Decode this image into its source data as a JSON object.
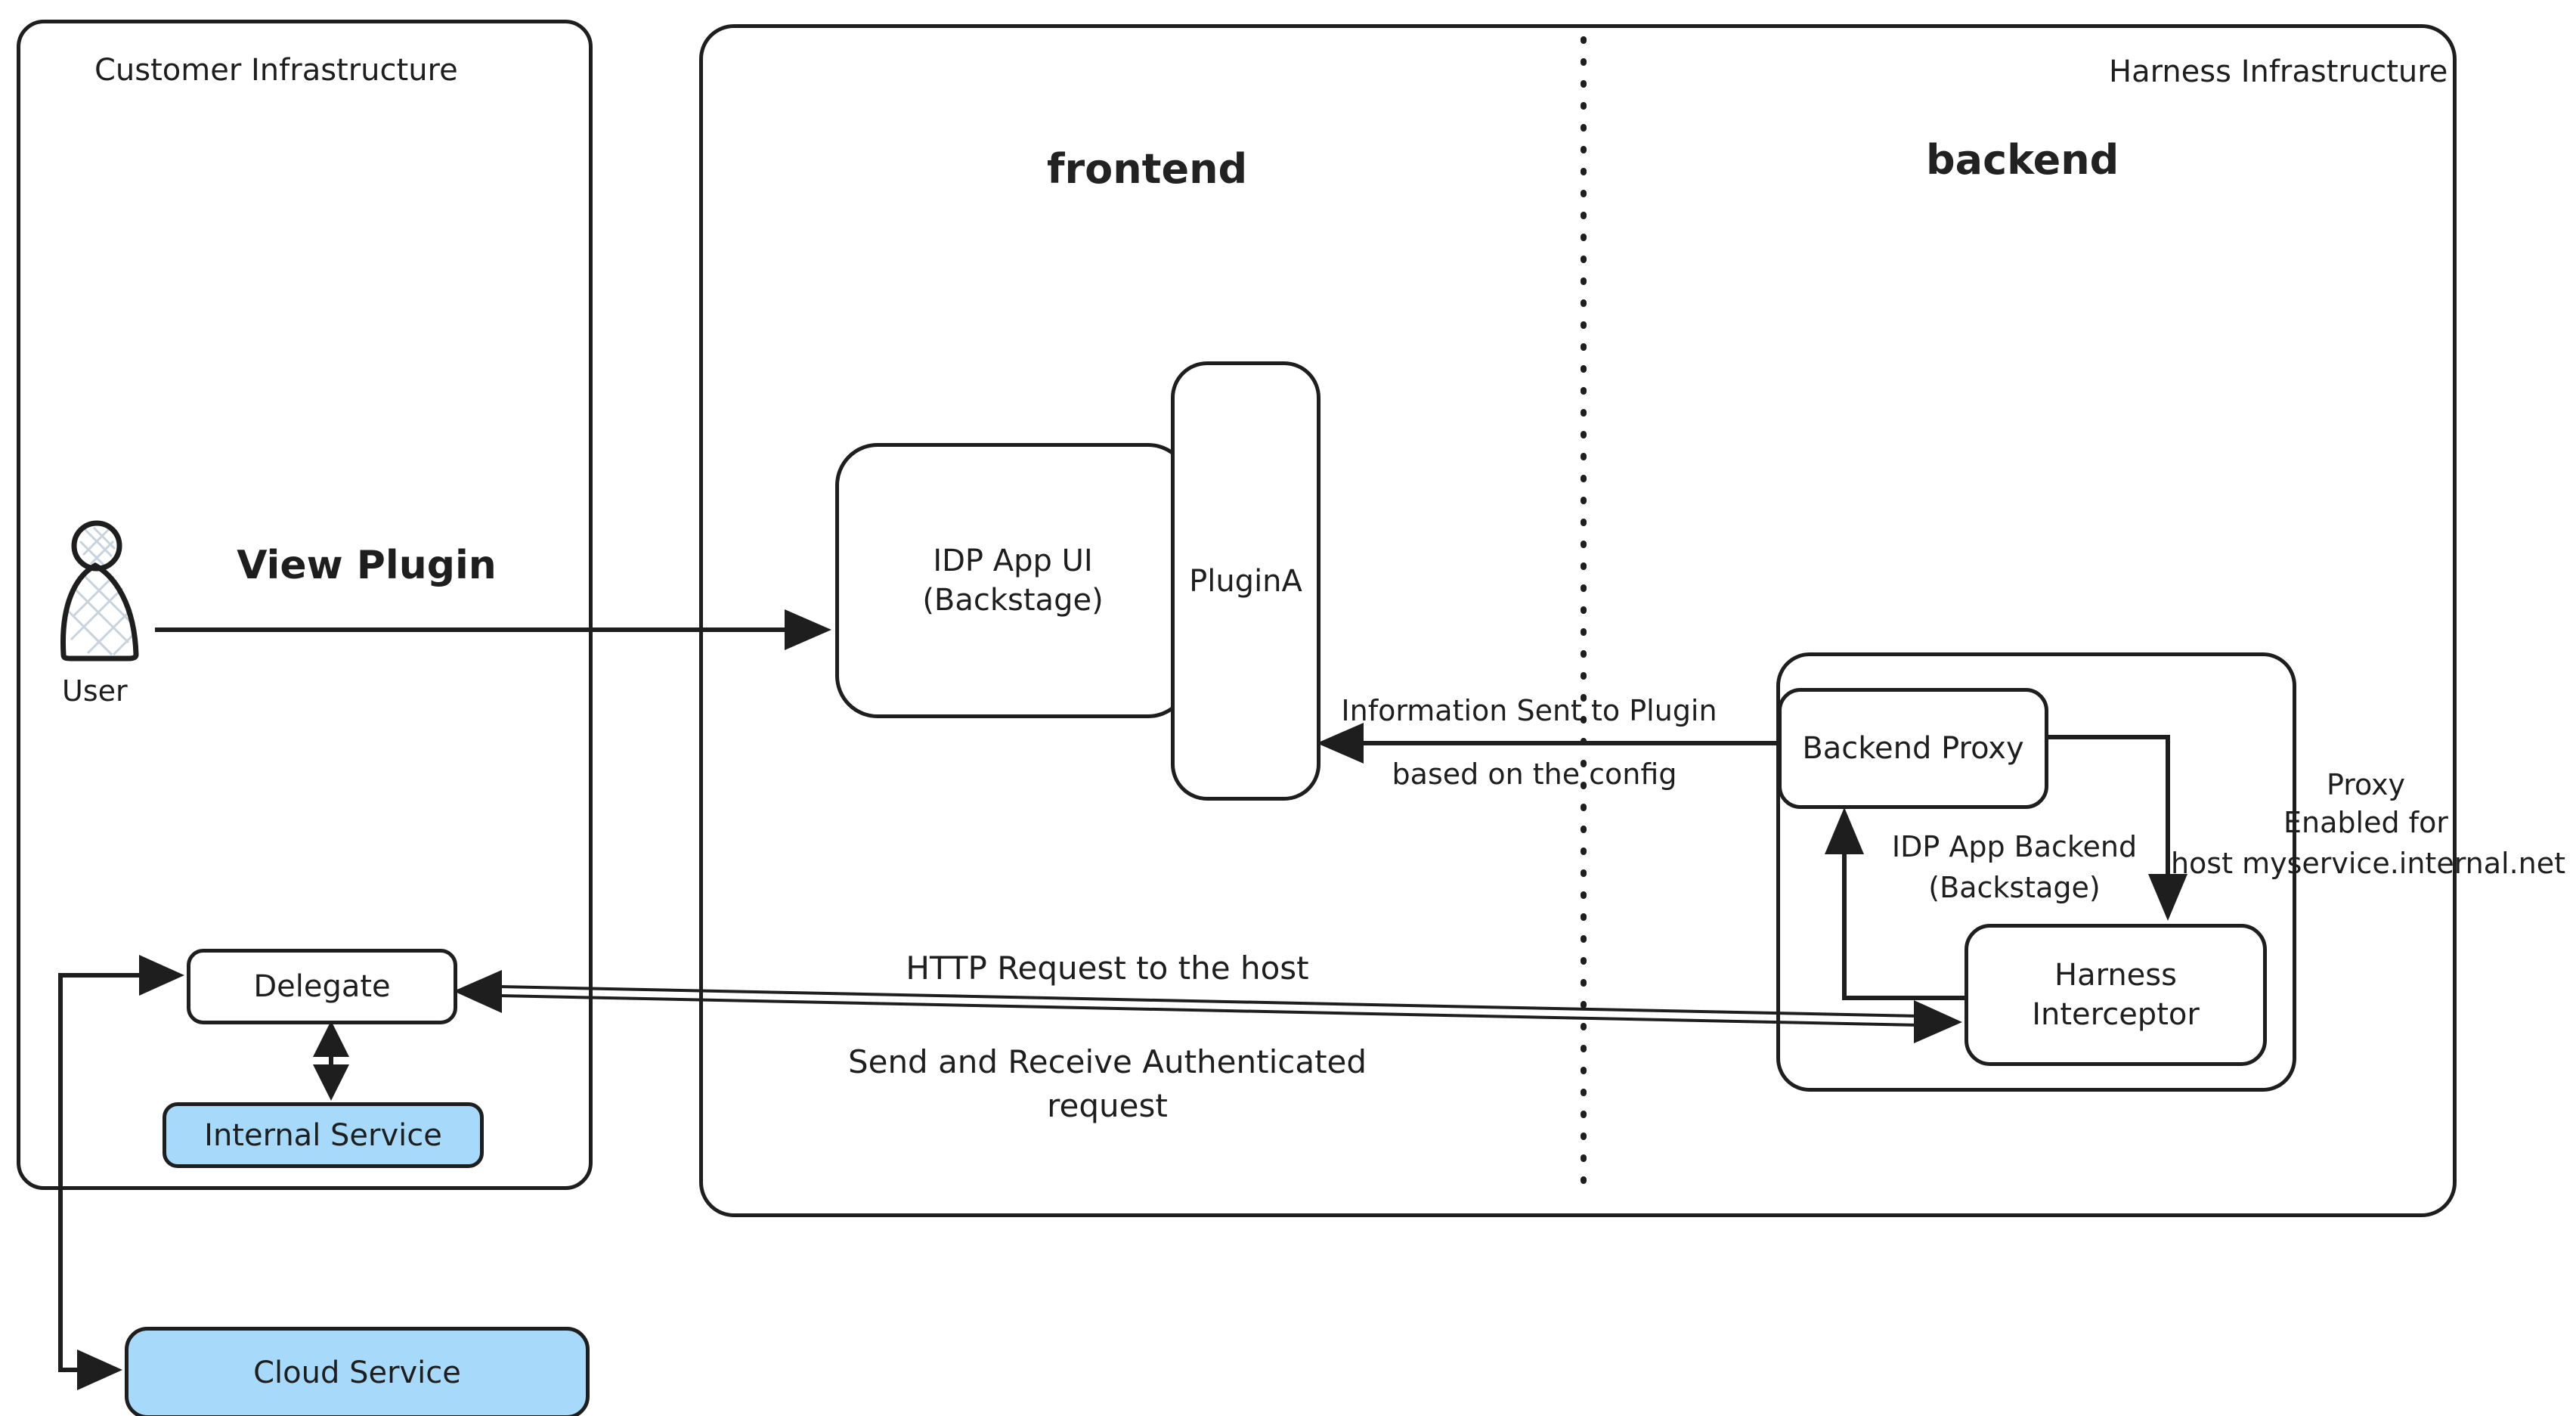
{
  "containers": {
    "customer": {
      "label": "Customer Infrastructure"
    },
    "harness": {
      "label": "Harness Infrastructure",
      "frontend": "frontend",
      "backend": "backend"
    }
  },
  "nodes": {
    "user": {
      "label": "User"
    },
    "idp_app_ui": {
      "line1": "IDP App UI",
      "line2": "(Backstage)"
    },
    "plugin_a": {
      "label": "PluginA"
    },
    "backend_proxy": {
      "label": "Backend Proxy"
    },
    "idp_app_backend": {
      "line1": "IDP App Backend",
      "line2": "(Backstage)"
    },
    "harness_interceptor": {
      "line1": "Harness",
      "line2": "Interceptor"
    },
    "delegate": {
      "label": "Delegate"
    },
    "internal_service": {
      "label": "Internal Service"
    },
    "cloud_service": {
      "label": "Cloud Service"
    }
  },
  "edges": {
    "view_plugin": {
      "label": "View Plugin"
    },
    "info_sent": {
      "line1": "Information Sent to Plugin",
      "line2": "based on the config"
    },
    "http_request": {
      "line1": "HTTP Request to the host",
      "line2": "Send and Receive Authenticated",
      "line3": "request"
    },
    "proxy_enabled": {
      "line1": "Proxy",
      "line2": "Enabled for",
      "line3": "host myservice.internal.net"
    }
  },
  "colors": {
    "stroke": "#1e1e1e",
    "service_fill": "#a7d9fb",
    "hatch": "#c9d3de",
    "background": "#ffffff"
  }
}
